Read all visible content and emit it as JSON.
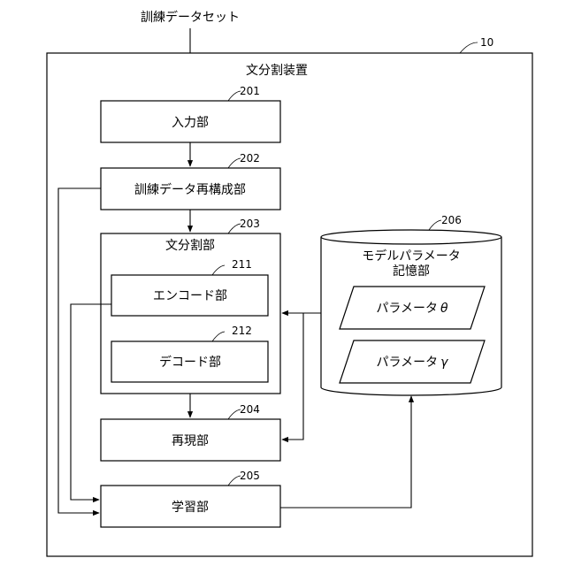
{
  "input_label": "訓練データセット",
  "device": {
    "ref": "10",
    "title": "文分割装置"
  },
  "blocks": {
    "input": {
      "ref": "201",
      "label": "入力部"
    },
    "reconstruct": {
      "ref": "202",
      "label": "訓練データ再構成部"
    },
    "splitter": {
      "ref": "203",
      "label": "文分割部"
    },
    "encoder": {
      "ref": "211",
      "label": "エンコード部"
    },
    "decoder": {
      "ref": "212",
      "label": "デコード部"
    },
    "reproduce": {
      "ref": "204",
      "label": "再現部"
    },
    "learning": {
      "ref": "205",
      "label": "学習部"
    }
  },
  "storage": {
    "ref": "206",
    "label_line1": "モデルパラメータ",
    "label_line2": "記憶部",
    "params": [
      {
        "prefix": "パラメータ",
        "symbol": "θ"
      },
      {
        "prefix": "パラメータ",
        "symbol": "γ"
      }
    ]
  }
}
